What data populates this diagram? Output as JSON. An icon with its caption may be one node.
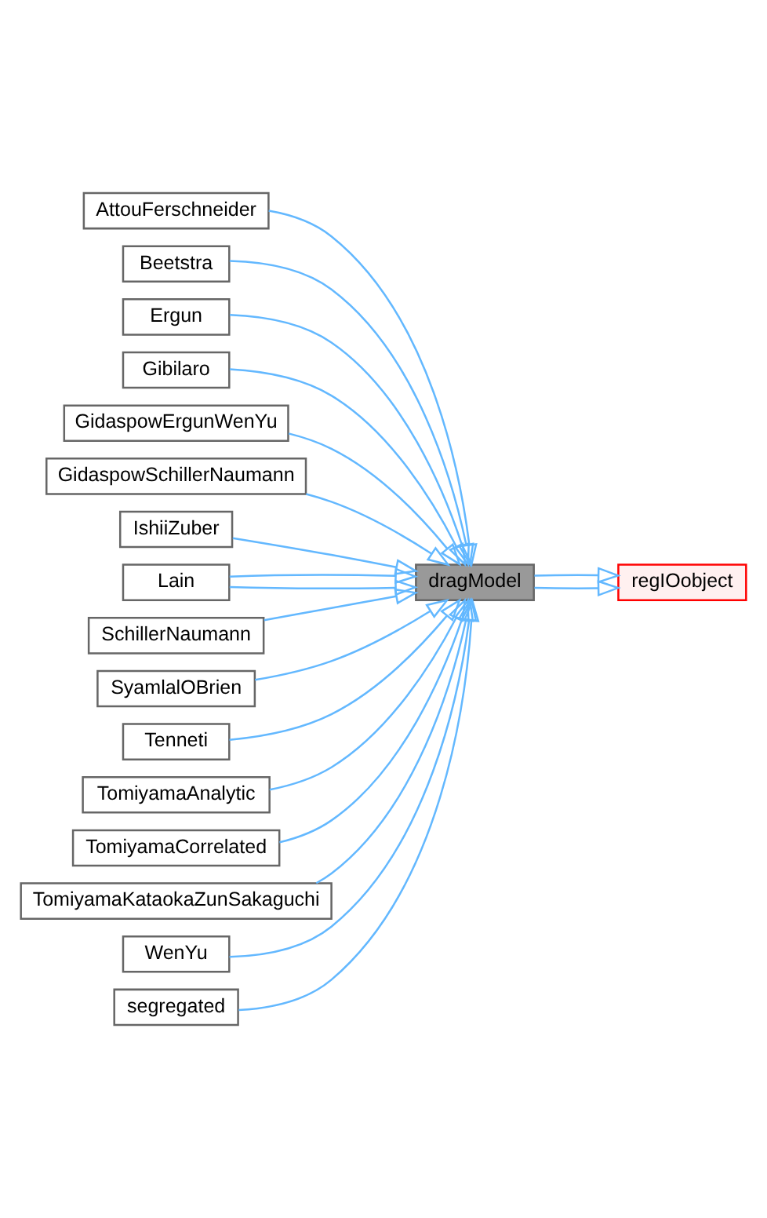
{
  "diagram": {
    "nodes": [
      {
        "text": [
          "regIOobject"
        ]
      },
      {
        "text": [
          "dragModel"
        ]
      },
      {
        "text": [
          "AttouFerschneider"
        ]
      },
      {
        "text": [
          "Beetstra"
        ]
      },
      {
        "text": [
          "Ergun"
        ]
      },
      {
        "text": [
          "Gibilaro"
        ]
      },
      {
        "text": [
          "GidaspowErgunWenYu"
        ]
      },
      {
        "text": [
          "GidaspowSchillerNaumann"
        ]
      },
      {
        "text": [
          "IshiiZuber"
        ]
      },
      {
        "text": [
          "Lain"
        ]
      },
      {
        "text": [
          "SchillerNaumann"
        ]
      },
      {
        "text": [
          "SyamlalOBrien"
        ]
      },
      {
        "text": [
          "Tenneti"
        ]
      },
      {
        "text": [
          "TomiyamaAnalytic"
        ]
      },
      {
        "text": [
          "TomiyamaCorrelated"
        ]
      },
      {
        "text": [
          "TomiyamaKataokaZunSakaguchi"
        ]
      },
      {
        "text": [
          "WenYu"
        ]
      },
      {
        "text": [
          "segregated"
        ]
      }
    ],
    "edges": [
      {
        "from": 1,
        "to": 0,
        "arrow": "to"
      },
      {
        "from": 1,
        "to": 0,
        "arrow": "to"
      },
      {
        "from": 2,
        "to": 1,
        "arrow": "to"
      },
      {
        "from": 3,
        "to": 1,
        "arrow": "to"
      },
      {
        "from": 4,
        "to": 1,
        "arrow": "to"
      },
      {
        "from": 5,
        "to": 1,
        "arrow": "to"
      },
      {
        "from": 6,
        "to": 1,
        "arrow": "to"
      },
      {
        "from": 7,
        "to": 1,
        "arrow": "to"
      },
      {
        "from": 8,
        "to": 1,
        "arrow": "to"
      },
      {
        "from": 9,
        "to": 1,
        "arrow": "to"
      },
      {
        "from": 9,
        "to": 1,
        "arrow": "to"
      },
      {
        "from": 10,
        "to": 1,
        "arrow": "to"
      },
      {
        "from": 11,
        "to": 1,
        "arrow": "to"
      },
      {
        "from": 12,
        "to": 1,
        "arrow": "to"
      },
      {
        "from": 13,
        "to": 1,
        "arrow": "to"
      },
      {
        "from": 14,
        "to": 1,
        "arrow": "to"
      },
      {
        "from": 15,
        "to": 1,
        "arrow": "to"
      },
      {
        "from": 16,
        "to": 1,
        "arrow": "to"
      },
      {
        "from": 17,
        "to": 1,
        "arrow": "to"
      }
    ]
  }
}
